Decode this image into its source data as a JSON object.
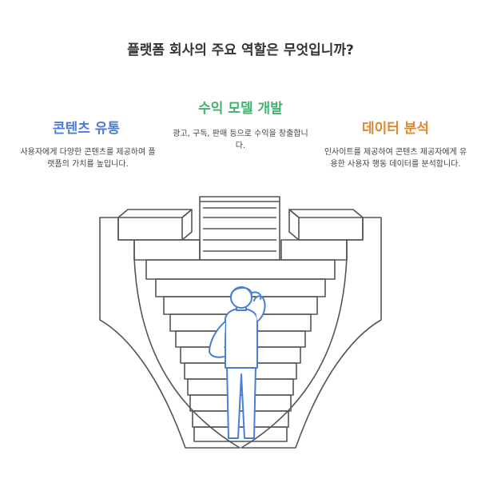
{
  "title": "플랫폼 회사의 주요 역할은 무엇입니까?",
  "sections": {
    "left": {
      "heading": "콘텐츠 유통",
      "description": "사용자에게 다양한 콘텐츠를 제공하여 플랫폼의 가치를 높입니다."
    },
    "center": {
      "heading": "수익 모델 개발",
      "description": "광고, 구독, 판매 등으로 수익을 창출합니다."
    },
    "right": {
      "heading": "데이터 분석",
      "description": "인사이트를 제공하여 콘텐츠 제공자에게 유용한 사용자 행동 데이터를 분석합니다."
    }
  },
  "colors": {
    "left": "#4c7dd1",
    "center": "#3fb36e",
    "right": "#e0862d",
    "line": "#555555",
    "figure": "#4a7ed6"
  }
}
